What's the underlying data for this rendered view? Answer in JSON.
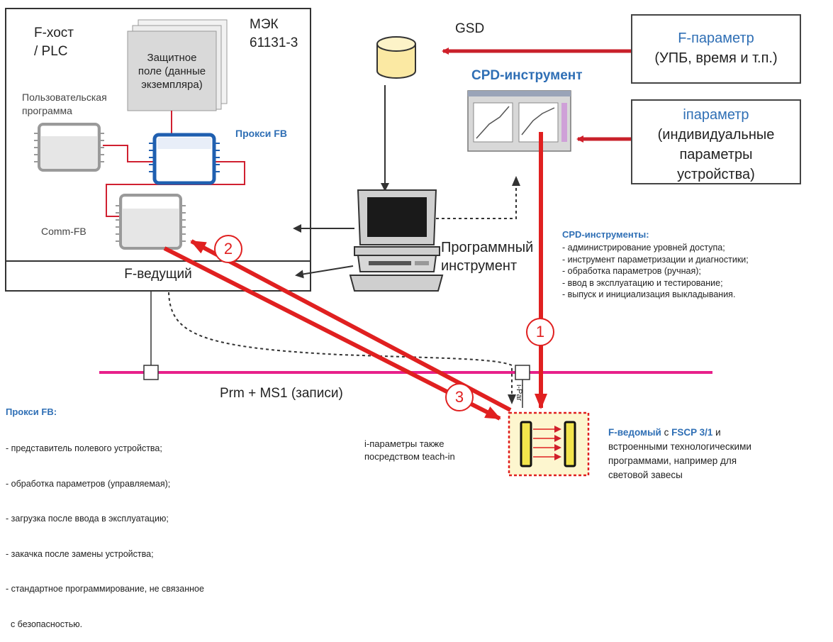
{
  "host": {
    "title_line1": "F-хост",
    "title_line2": "/ PLC",
    "iec_line1": "МЭК",
    "iec_line2": "61131-3",
    "safety_field_lines": [
      "Защитное",
      "поле (данные",
      "экземпляра)"
    ],
    "user_program_lines": [
      "Пользовательская",
      "программа"
    ],
    "proxy_fb_label": "Прокси FB",
    "comm_fb_label": "Comm-FB",
    "master_label": "F-ведущий"
  },
  "gsd_label": "GSD",
  "f_param_box": {
    "title": "F-параметр",
    "subtitle": "(УПБ, время и т.п.)"
  },
  "cpd_tool_label": "CPD-инструмент",
  "iparam_box": {
    "title": "iпараметр",
    "lines": [
      "(индивидуальные",
      "параметры",
      "устройства)"
    ]
  },
  "software_tool_lines": [
    "Программный",
    "инструмент"
  ],
  "cpd_tools": {
    "title": "CPD-инструменты:",
    "items": [
      "- администрирование уровней доступа;",
      "- инструмент параметризации и диагностики;",
      "- обработка параметров (ручная);",
      "- ввод в эксплуатацию и тестирование;",
      "- выпуск и инициализация выкладывания."
    ]
  },
  "bus_label": "Prm + MS1 (записи)",
  "proxy_fb_info": {
    "title": "Прокси FB:",
    "items": [
      "- представитель полевого устройства;",
      "- обработка параметров (управляемая);",
      "- загрузка после ввода в эксплуатацию;",
      "- закачка после замены устройства;",
      "- стандартное программирование, не связанное",
      "  с безопасностью."
    ]
  },
  "iparams_teach_lines": [
    "i-параметры также",
    "посредством teach-in"
  ],
  "slave": {
    "title_part1": "F-ведомый",
    "title_part2": " с ",
    "title_part3": "FSCP 3/1",
    "title_part4": " и",
    "lines": [
      "встроенными технологическими",
      "программами, например для",
      "световой завесы"
    ]
  },
  "ipar_tag": "i-Par",
  "step_numbers": [
    "1",
    "2",
    "3"
  ],
  "colors": {
    "red": "#e02020",
    "blue": "#2f6fb5",
    "bus": "#e8208a",
    "proxy_blue": "#1f5fb0"
  }
}
